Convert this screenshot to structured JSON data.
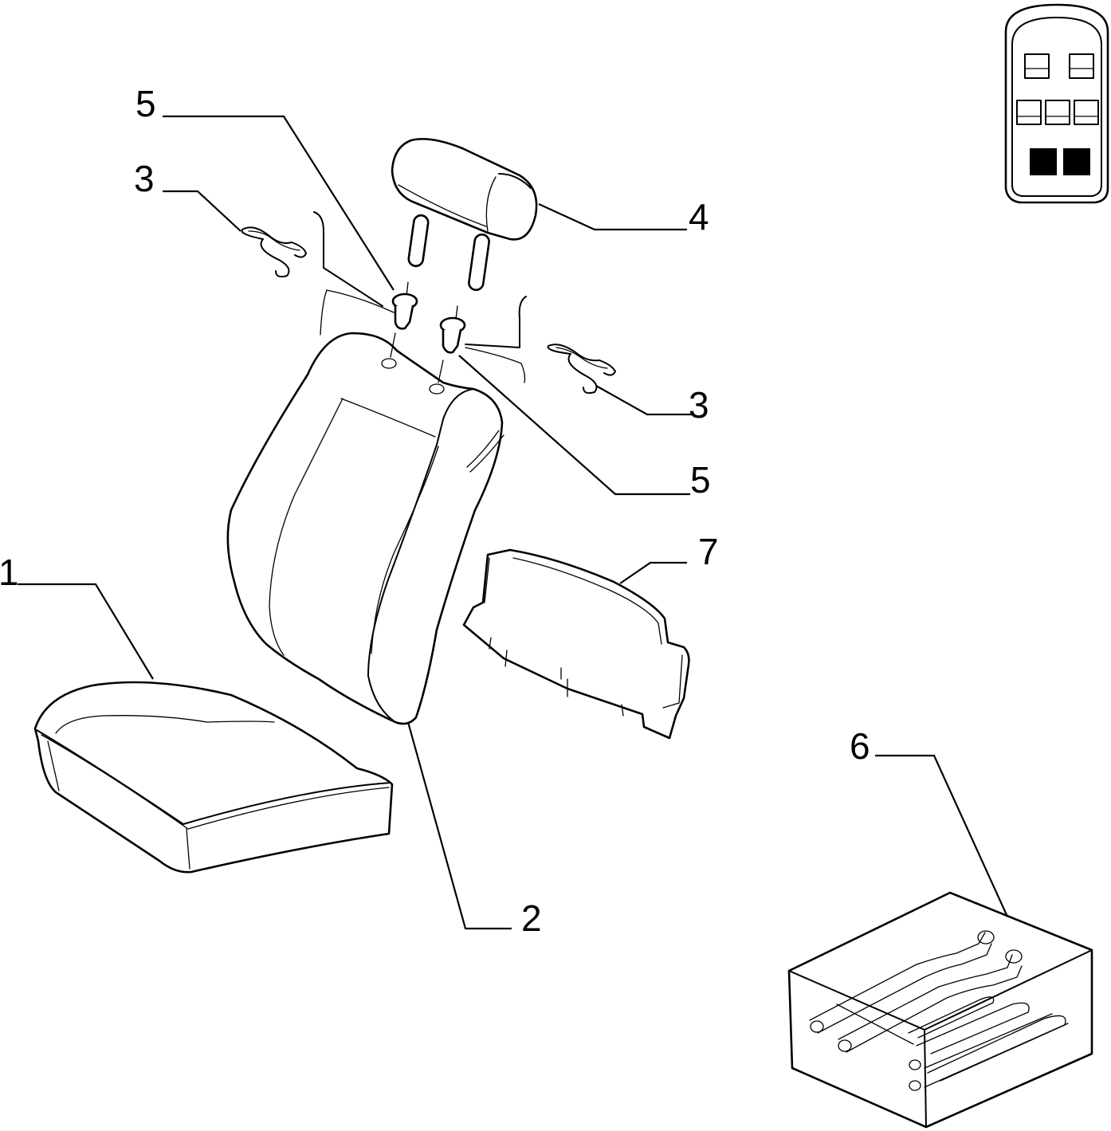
{
  "callouts": [
    {
      "id": "1",
      "text": "1"
    },
    {
      "id": "2",
      "text": "2"
    },
    {
      "id": "3a",
      "text": "3"
    },
    {
      "id": "3b",
      "text": "3"
    },
    {
      "id": "4",
      "text": "4"
    },
    {
      "id": "5a",
      "text": "5"
    },
    {
      "id": "5b",
      "text": "5"
    },
    {
      "id": "6",
      "text": "6"
    },
    {
      "id": "7",
      "text": "7"
    }
  ],
  "parts": [
    {
      "ref": "1",
      "icon": "seat-cushion-icon"
    },
    {
      "ref": "2",
      "icon": "seat-backrest-icon"
    },
    {
      "ref": "3",
      "icon": "spring-clip-icon"
    },
    {
      "ref": "4",
      "icon": "headrest-icon"
    },
    {
      "ref": "5",
      "icon": "headrest-guide-sleeve-icon"
    },
    {
      "ref": "6",
      "icon": "frame-kit-box-icon"
    },
    {
      "ref": "7",
      "icon": "backrest-panel-icon"
    }
  ],
  "locator": {
    "icon": "vehicle-seat-layout-icon",
    "highlighted_rows": [
      "front"
    ]
  },
  "colors": {
    "line": "#000000",
    "background": "#ffffff"
  }
}
